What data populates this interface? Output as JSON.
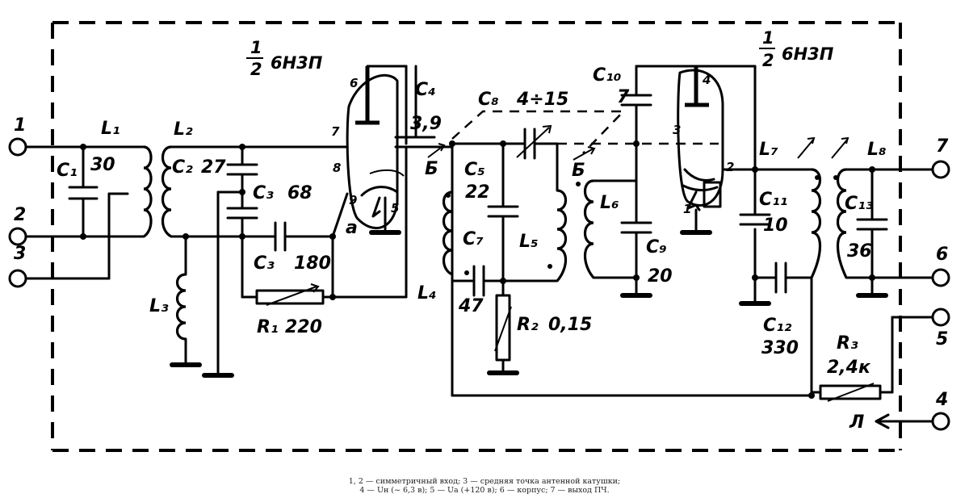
{
  "tubes": {
    "left": {
      "frac": [
        "1",
        "2"
      ],
      "type": "6Н3П"
    },
    "right": {
      "frac": [
        "1",
        "2"
      ],
      "type": "6Н3П"
    }
  },
  "terminals": [
    {
      "id": "1",
      "label": "1"
    },
    {
      "id": "2",
      "label": "2"
    },
    {
      "id": "3",
      "label": "3"
    },
    {
      "id": "4",
      "label": "4"
    },
    {
      "id": "5",
      "label": "5"
    },
    {
      "id": "6",
      "label": "6"
    },
    {
      "id": "7",
      "label": "7"
    }
  ],
  "components": {
    "L1": "L₁",
    "L2": "L₂",
    "L3": "L₃",
    "L4": "L₄",
    "L5": "L₅",
    "L6": "L₆",
    "L7": "L₇",
    "L8": "L₈",
    "C1": "C₁",
    "C1_val": "30",
    "C2": "C₂",
    "C2_val": "27",
    "C3a": "C₃",
    "C3a_val": "68",
    "C3b": "C₃",
    "C3b_val": "180",
    "C4": "C₄",
    "C4_val": "3,9",
    "C5": "C₅",
    "C5_val": "22",
    "C7": "C₇",
    "C7_val": "47",
    "C8": "C₈",
    "C8_val": "4÷15",
    "C9": "C₉",
    "C9_val": "20",
    "C10": "C₁₀",
    "C10_val": "7",
    "C11": "C₁₁",
    "C11_val": "10",
    "C12": "C₁₂",
    "C12_val": "330",
    "C13": "C₁₃",
    "C13_val": "36",
    "R1": "R₁",
    "R1_val": "220",
    "R2": "R₂",
    "R2_val": "0,15",
    "R3": "R₃",
    "R3_val": "2,4к"
  },
  "pins": {
    "p6": "6",
    "p7": "7",
    "p8": "8",
    "p9": "9",
    "p5": "5",
    "p3": "3",
    "p4": "4",
    "p2": "2",
    "p1": "1"
  },
  "nodes": {
    "a": "a",
    "b1": "Б",
    "b2": "Б",
    "n_fil": "Л"
  },
  "caption": {
    "line1": "1, 2 — симметричный вход; 3 — средняя точка антенной катушки;",
    "line2": "4 — Uн (~ 6,3 в); 5 — Uа (+120 в); 6 — корпус; 7 — выход ПЧ."
  }
}
